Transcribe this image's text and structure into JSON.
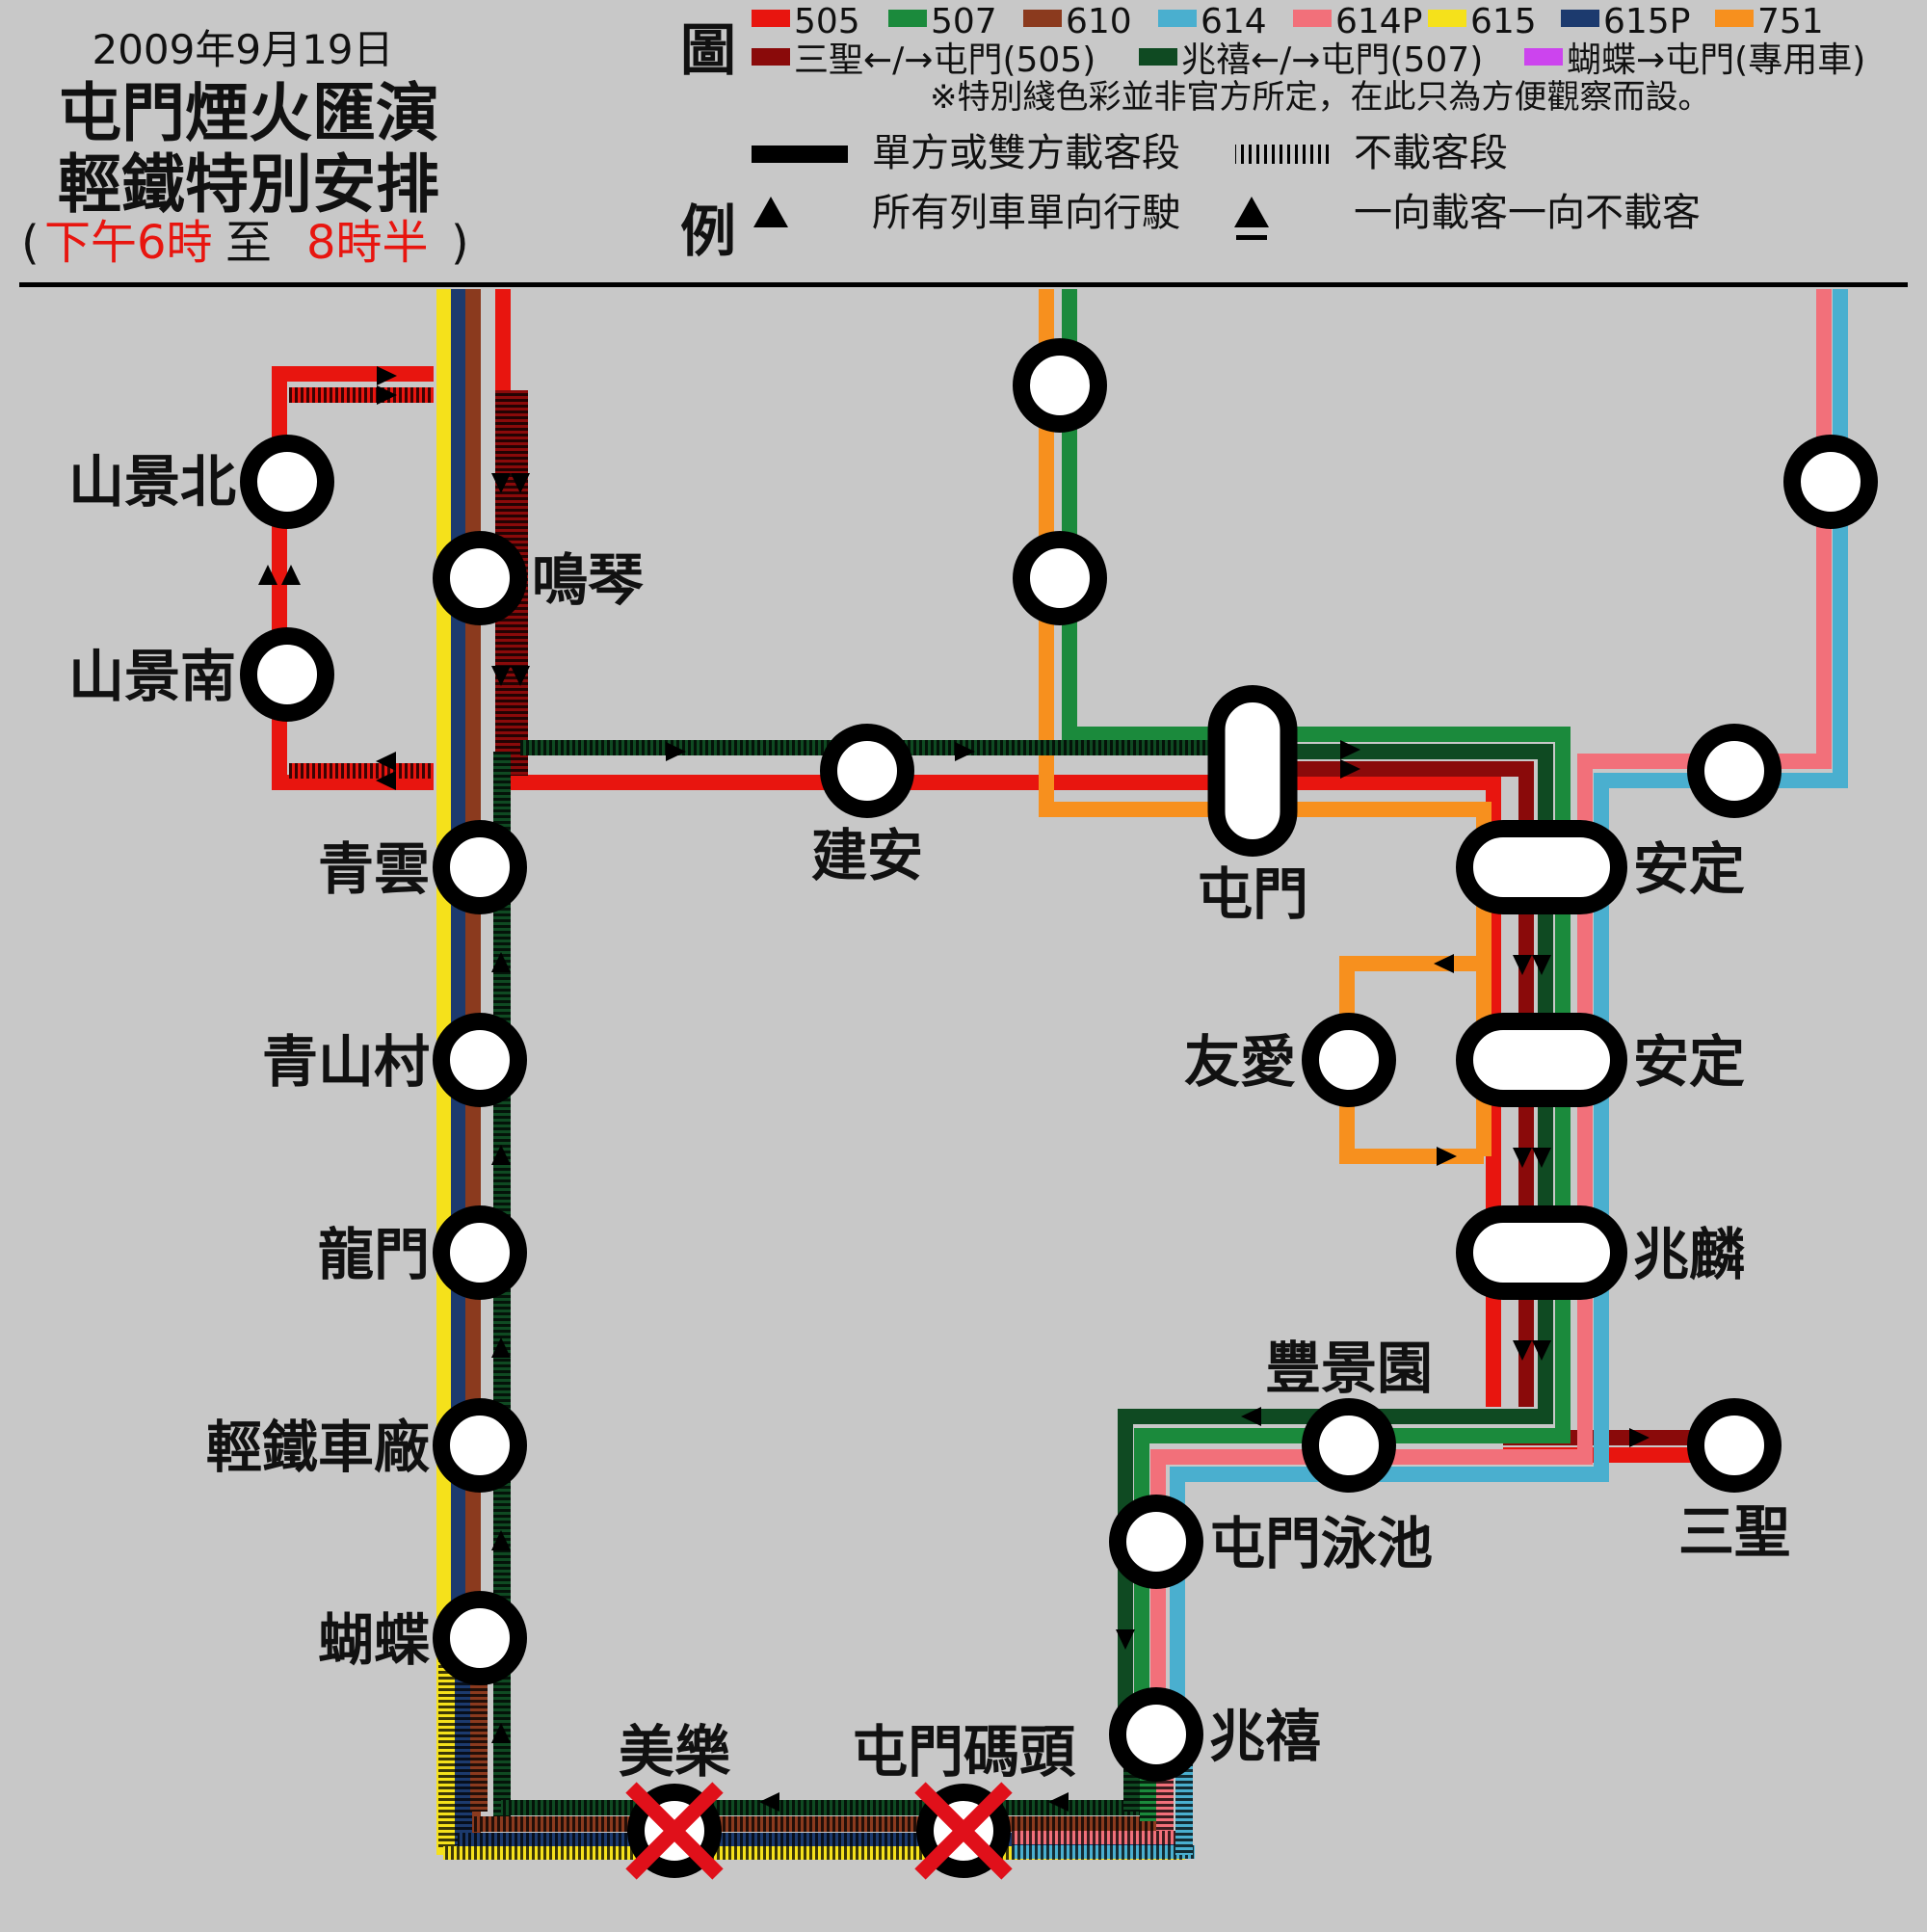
{
  "header": {
    "date": "2009年9月19日",
    "title_line1": "屯門煙火匯演",
    "title_line2": "輕鐵特別安排",
    "time_open": "(",
    "time_from": "下午6時",
    "time_to_word": "至",
    "time_until": "8時半",
    "time_close": ")"
  },
  "legend": {
    "label_map": "圖",
    "label_example": "例",
    "routes": [
      {
        "name": "505",
        "color": "#e8150f"
      },
      {
        "name": "507",
        "color": "#1b8a3c"
      },
      {
        "name": "610",
        "color": "#8b3a1e"
      },
      {
        "name": "614",
        "color": "#4aafcf"
      },
      {
        "name": "614P",
        "color": "#f2707a"
      },
      {
        "name": "615",
        "color": "#f5e11b"
      },
      {
        "name": "615P",
        "color": "#1c3a6e"
      },
      {
        "name": "751",
        "color": "#f7901e"
      }
    ],
    "special_routes": [
      {
        "name": "三聖←/→屯門(505)",
        "color": "#8a0a0a"
      },
      {
        "name": "兆禧←/→屯門(507)",
        "color": "#0f4a22"
      },
      {
        "name": "蝴蝶→屯門(專用車)",
        "color": "#cc44ee"
      }
    ],
    "note": "※特別綫色彩並非官方所定，在此只為方便觀察而設。",
    "symbols": {
      "solid": "單方或雙方載客段",
      "hatched": "不載客段",
      "oneway": "所有列車單向行駛",
      "mixed": "一向載客一向不載客"
    }
  },
  "stations": {
    "shan_king_north": "山景北",
    "shan_king_south": "山景南",
    "ming_kum": "鳴琴",
    "tsing_wun": "青雲",
    "tsing_shan_tsuen": "青山村",
    "lung_mun": "龍門",
    "depot": "輕鐵車廠",
    "butterfly": "蝴蝶",
    "melody_garden": "美樂",
    "tuen_mun_ferry_pier": "屯門碼頭",
    "kin_on": "建安",
    "tuen_mun": "屯門",
    "on_ting_1": "安定",
    "on_ting_2": "安定",
    "yau_oi": "友愛",
    "siu_lun": "兆麟",
    "goodview_garden": "豐景園",
    "tuen_mun_swimming_pool": "屯門泳池",
    "siu_hei": "兆禧",
    "sam_shing": "三聖"
  }
}
